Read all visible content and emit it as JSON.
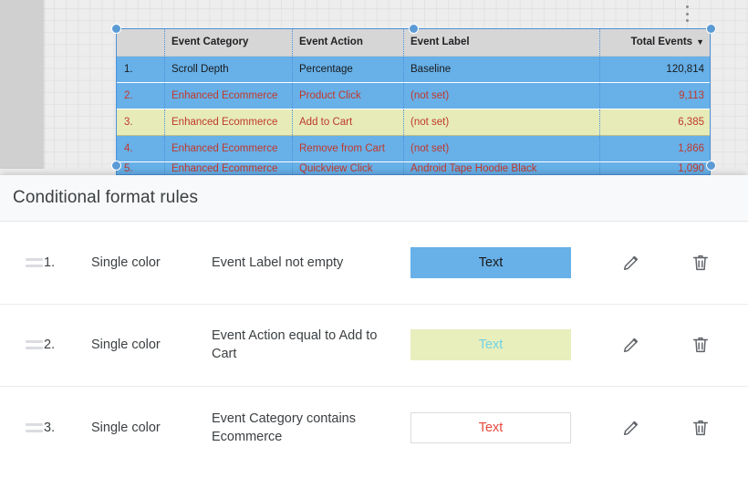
{
  "canvas": {
    "overflow_menu_icon": "more-vert-icon",
    "table_widget": {
      "headers": [
        "",
        "Event Category",
        "Event Action",
        "Event Label",
        "Total Events"
      ],
      "sort_arrow": "▼",
      "rows": [
        {
          "idx": "1.",
          "category": "Scroll Depth",
          "action": "Percentage",
          "label": "Baseline",
          "total": "120,814",
          "style": "blue"
        },
        {
          "idx": "2.",
          "category": "Enhanced Ecommerce",
          "action": "Product Click",
          "label": "(not set)",
          "total": "9,113",
          "style": "blue-red"
        },
        {
          "idx": "3.",
          "category": "Enhanced Ecommerce",
          "action": "Add to Cart",
          "label": "(not set)",
          "total": "6,385",
          "style": "yellow-red"
        },
        {
          "idx": "4.",
          "category": "Enhanced Ecommerce",
          "action": "Remove from Cart",
          "label": "(not set)",
          "total": "1,866",
          "style": "blue-red"
        },
        {
          "idx": "5.",
          "category": "Enhanced Ecommerce",
          "action": "Quickview Click",
          "label": "Android Tape Hoodie Black",
          "total": "1,090",
          "style": "blue-red-clipped"
        }
      ]
    }
  },
  "dialog": {
    "title": "Conditional format rules",
    "rules": [
      {
        "number": "1.",
        "type": "Single color",
        "condition": "Event Label not empty",
        "preview_text": "Text",
        "preview_bg": "#67b0e8",
        "preview_color": "#1a1a1a",
        "preview_border": "none",
        "edit_icon": "pencil-icon",
        "delete_icon": "trash-icon",
        "drag_icon": "drag-handle-icon"
      },
      {
        "number": "2.",
        "type": "Single color",
        "condition": "Event Action equal to Add to Cart",
        "preview_text": "Text",
        "preview_bg": "#e8eebc",
        "preview_color": "#6fd3e8",
        "preview_border": "none",
        "edit_icon": "pencil-icon",
        "delete_icon": "trash-icon",
        "drag_icon": "drag-handle-icon"
      },
      {
        "number": "3.",
        "type": "Single color",
        "condition": "Event Category contains Ecommerce",
        "preview_text": "Text",
        "preview_bg": "#ffffff",
        "preview_color": "#e8483c",
        "preview_border": "1px solid #dcdcdc",
        "edit_icon": "pencil-icon",
        "delete_icon": "trash-icon",
        "drag_icon": "drag-handle-icon"
      }
    ]
  },
  "colors": {
    "blue_fill": "#67b0e8",
    "yellow_fill": "#e6ebb8",
    "red_text": "#c0392b",
    "selection": "#5b9bd5",
    "header_bg": "#d6d6d6"
  }
}
